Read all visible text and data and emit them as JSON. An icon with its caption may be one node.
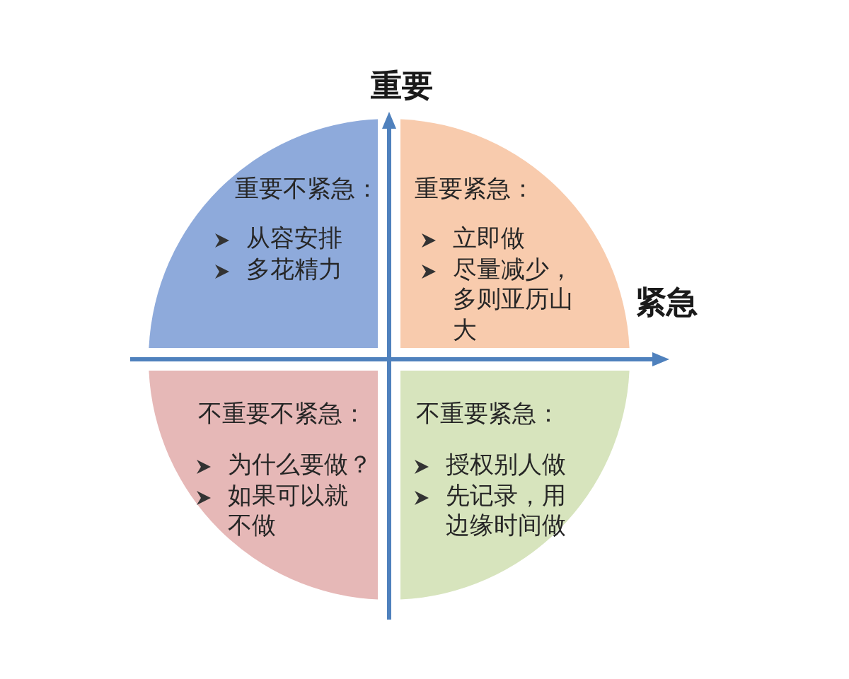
{
  "diagram": {
    "nodes": [
      {
        "text": [
          "重要不紧急：",
          "从容安排",
          "多花精力"
        ]
      },
      {
        "text": [
          "重要紧急：",
          "立即做",
          "尽量减少，多则亚历山大"
        ]
      },
      {
        "text": [
          "不重要不紧急：",
          "为什么要做？",
          "如果可以就不做"
        ]
      },
      {
        "text": [
          "不重要紧急：",
          "授权别人做",
          "先记录，用边缘时间做"
        ]
      }
    ],
    "labels": [
      "重要",
      "紧急"
    ]
  }
}
